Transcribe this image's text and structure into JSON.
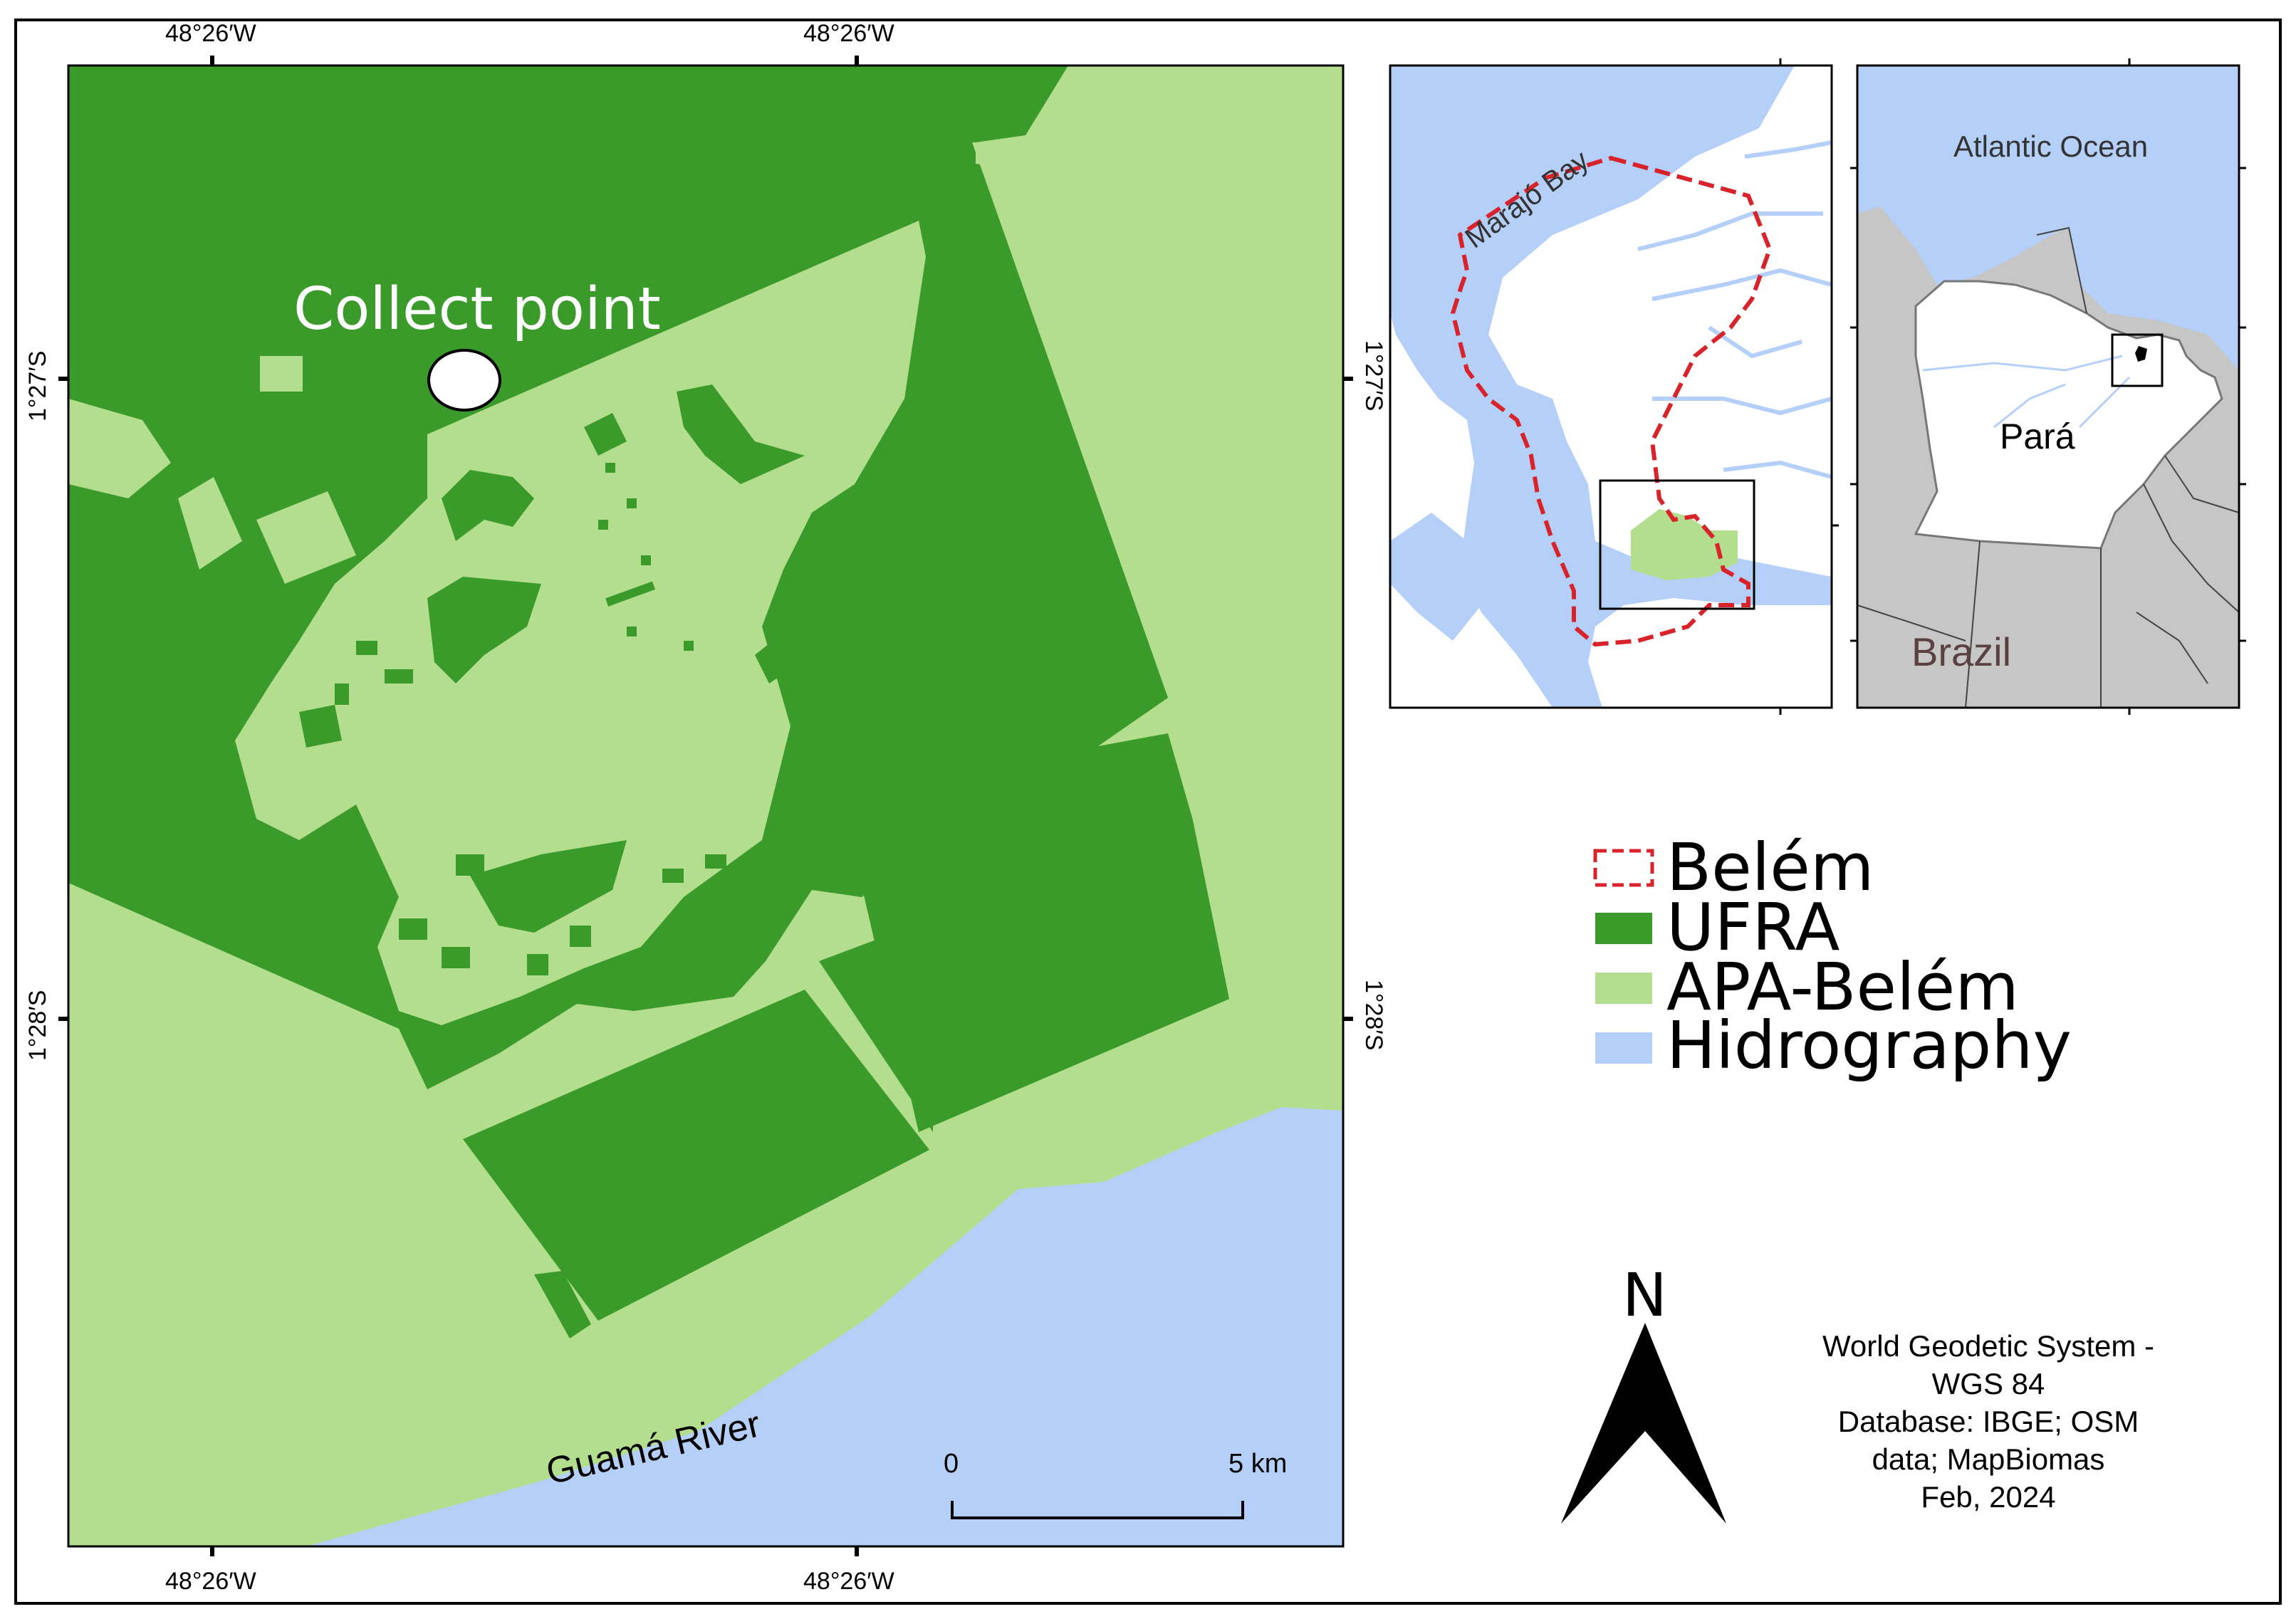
{
  "colors": {
    "ufra": "#3a9a2a",
    "apa": "#b2de8e",
    "water": "#b4cff8",
    "belem_boundary": "#d8232a",
    "land_brazil": "#c6c6c6",
    "para_fill": "#ffffff"
  },
  "main_map": {
    "top_labels": [
      "48°26′W",
      "48°26′W"
    ],
    "bottom_labels": [
      "48°26′W",
      "48°26′W"
    ],
    "left_labels": [
      "1°27′S",
      "1°28′S"
    ],
    "right_labels": [
      "1°27′S",
      "1°28′S"
    ],
    "collect_point_label": "Collect point",
    "river_label": "Guamá River",
    "scale": {
      "start": "0",
      "end": "5 km"
    }
  },
  "inset_belem": {
    "bay_label": "Marajó Bay"
  },
  "inset_brazil": {
    "ocean_label": "Atlantic Ocean",
    "state_label": "Pará",
    "country_label": "Brazil"
  },
  "legend": {
    "items": [
      {
        "label": "Belém",
        "symbol": "dashed-outline-icon"
      },
      {
        "label": "UFRA",
        "symbol": "ufra-swatch"
      },
      {
        "label": "APA-Belém",
        "symbol": "apa-swatch"
      },
      {
        "label": "Hidrography",
        "symbol": "water-swatch"
      }
    ]
  },
  "north_arrow": {
    "label": "N"
  },
  "credits": [
    "World Geodetic System -",
    "WGS 84",
    "Database: IBGE; OSM",
    "data; MapBiomas",
    "Feb, 2024"
  ]
}
